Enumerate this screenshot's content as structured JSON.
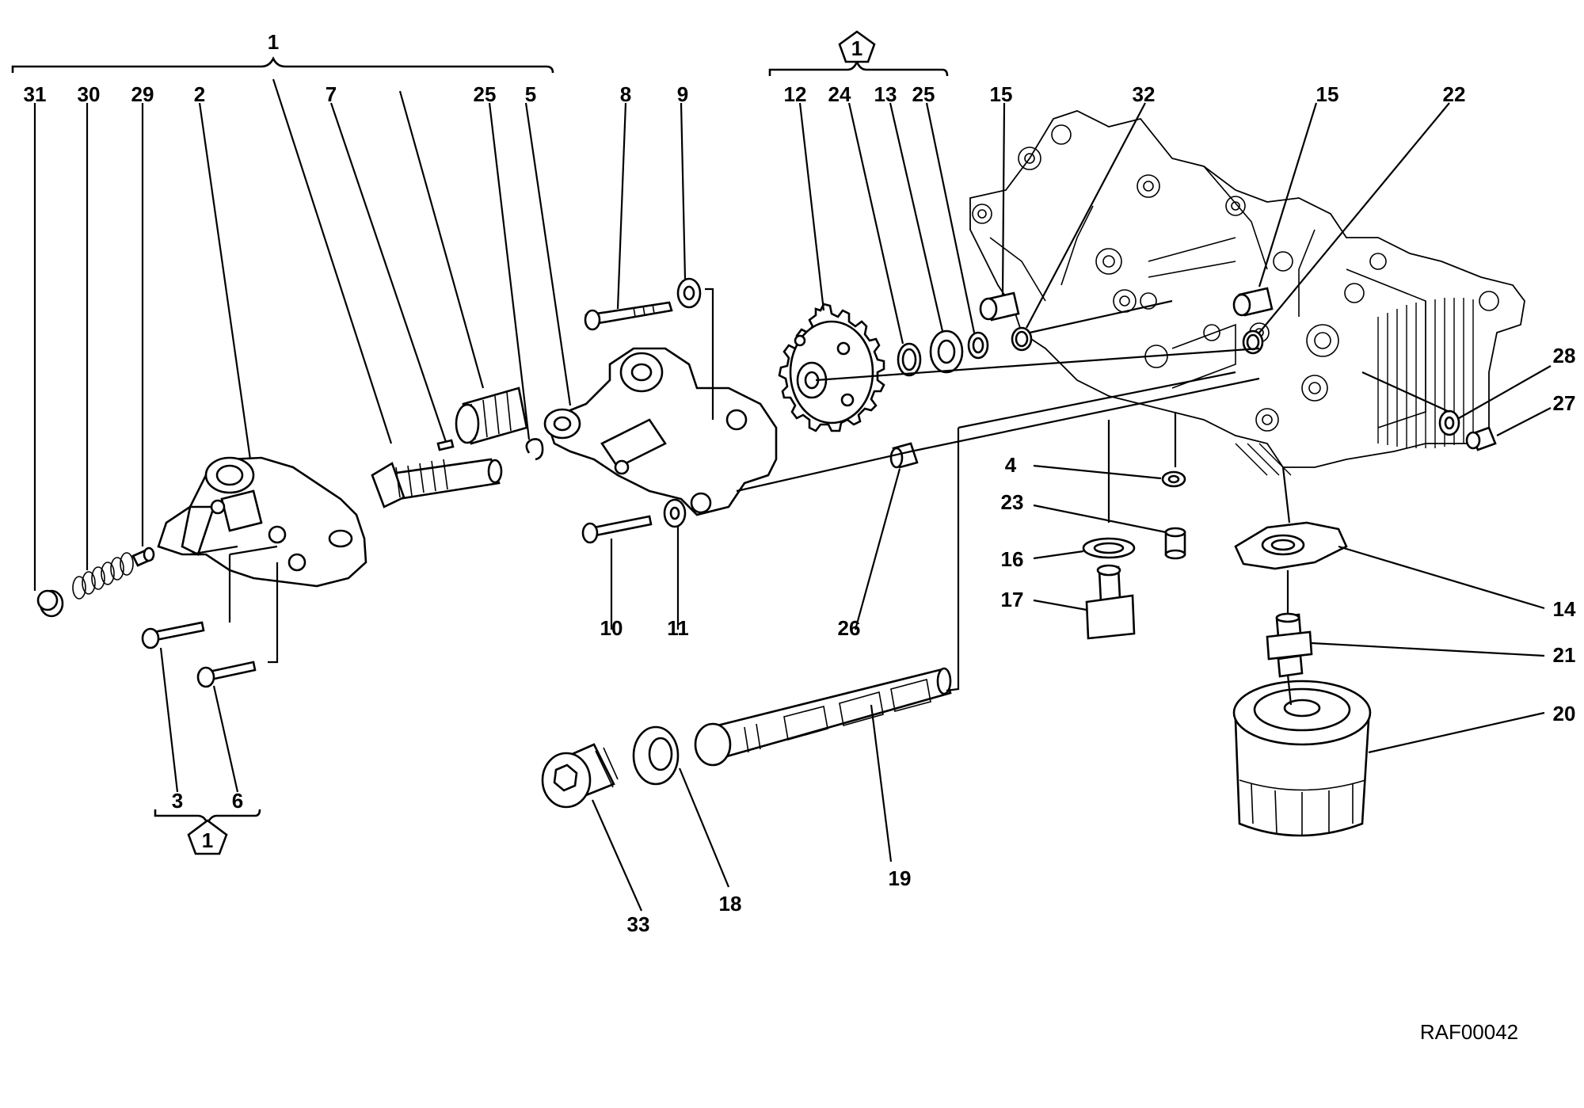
{
  "diagram": {
    "reference_code": "RAF00042",
    "group_markers": {
      "top_left": "1",
      "top_center": "1",
      "bottom_left": "1"
    },
    "group_labels": {
      "bottom_left": [
        "3",
        "6"
      ]
    },
    "callouts": [
      "31",
      "30",
      "29",
      "2",
      "7",
      "25",
      "5",
      "8",
      "9",
      "12",
      "24",
      "13",
      "25",
      "15",
      "32",
      "15",
      "22",
      "28",
      "27",
      "4",
      "23",
      "16",
      "17",
      "14",
      "21",
      "20",
      "10",
      "11",
      "26",
      "19",
      "18",
      "33"
    ]
  }
}
